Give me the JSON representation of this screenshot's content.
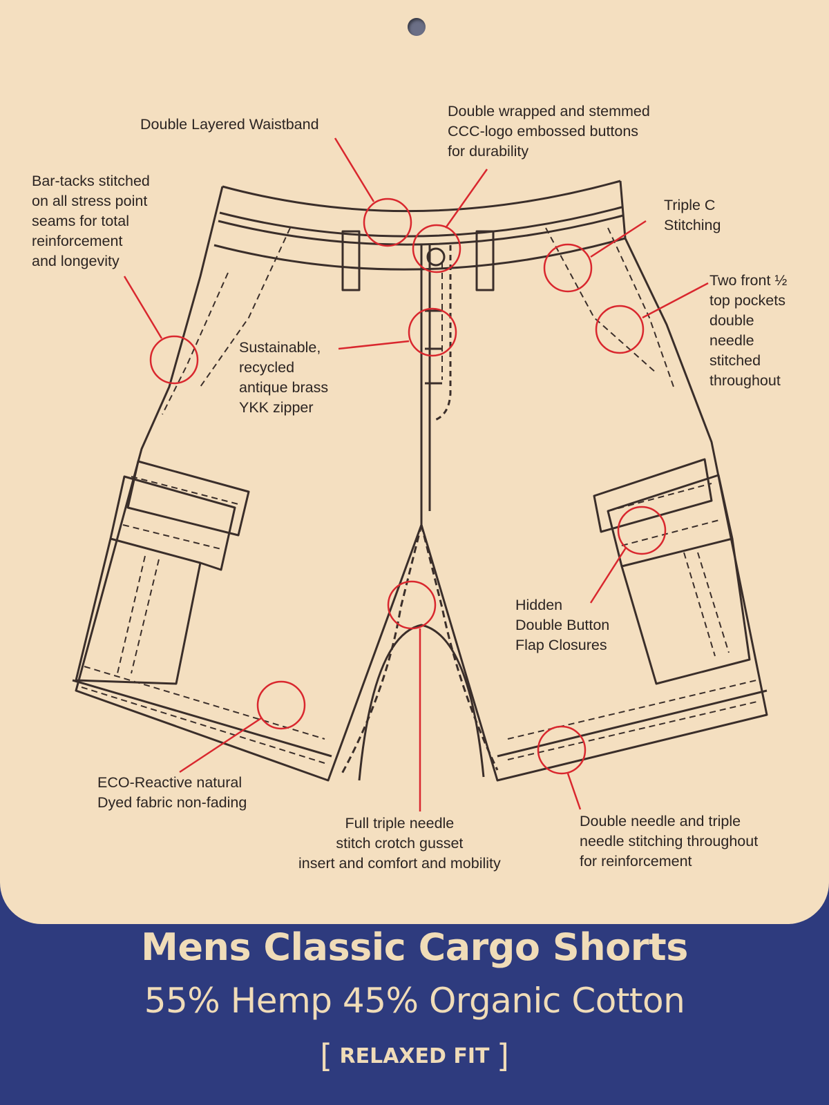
{
  "callouts": {
    "waistband": "Double Layered Waistband",
    "buttons": "Double wrapped and stemmed\nCCC-logo embossed buttons\nfor durability",
    "bartacks": "Bar-tacks stitched\non all stress point\nseams for total\nreinforcement\nand longevity",
    "triple_c": "Triple C\nStitching",
    "pockets": "Two front ½\ntop pockets\ndouble\nneedle\nstitched\nthroughout",
    "zipper": "Sustainable,\nrecycled\nantique brass\nYKK zipper",
    "flaps": "Hidden\nDouble Button\nFlap Closures",
    "eco": "ECO-Reactive natural\nDyed fabric non-fading",
    "gusset": "Full triple needle\nstitch crotch gusset\ninsert and comfort and mobility",
    "hem": "Double needle and triple\nneedle stitching throughout\nfor reinforcement"
  },
  "footer": {
    "product_name": "Mens Classic Cargo Shorts",
    "fabric": "55% Hemp 45% Organic Cotton",
    "fit_open": "[",
    "fit": "RELAXED FIT",
    "fit_close": "]"
  },
  "colors": {
    "card": "#f4dfc0",
    "band": "#2e3b7e",
    "ink": "#2b2422",
    "callout_circle": "#d9272e"
  }
}
